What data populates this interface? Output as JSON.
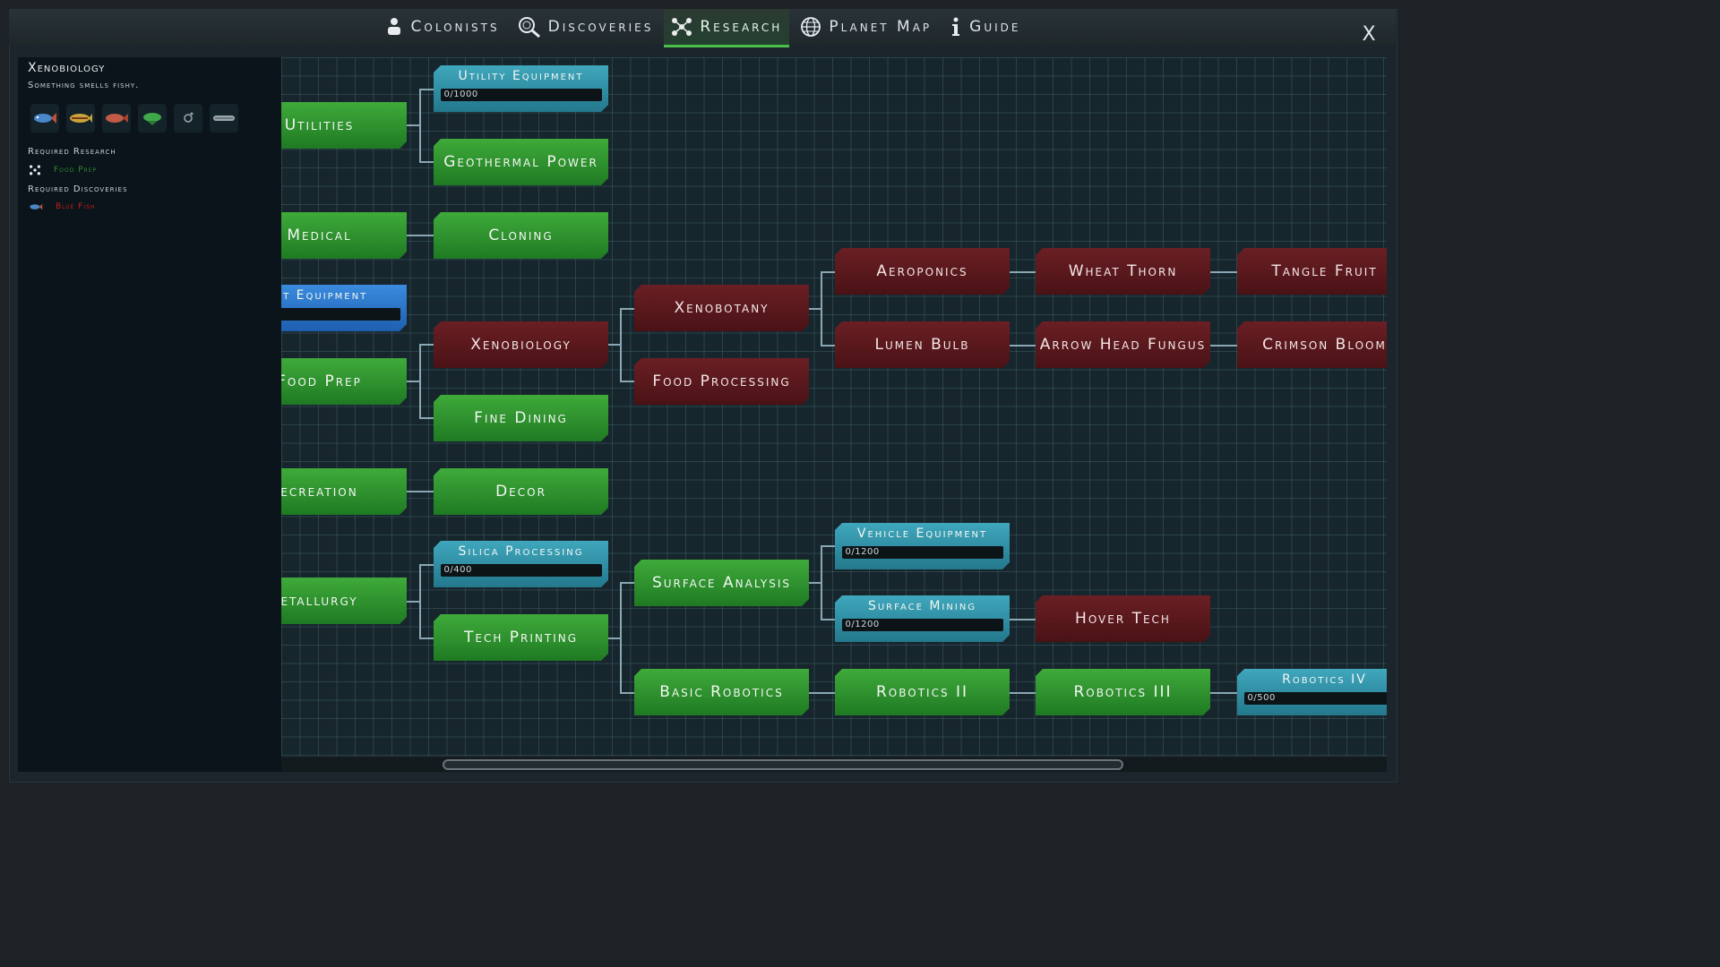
{
  "nav": {
    "tabs": [
      {
        "label": "Colonists",
        "icon": "colonist-icon"
      },
      {
        "label": "Discoveries",
        "icon": "magnifier-icon"
      },
      {
        "label": "Research",
        "icon": "research-network-icon",
        "active": true
      },
      {
        "label": "Planet Map",
        "icon": "globe-icon"
      },
      {
        "label": "Guide",
        "icon": "info-icon"
      }
    ],
    "close_label": "X"
  },
  "detail": {
    "title": "Xenobiology",
    "subtitle": "Something smells fishy.",
    "discovery_icons": [
      "blue-fish-icon",
      "yellow-fish-icon",
      "red-fish-icon",
      "green-fish-icon",
      "bubble-icon",
      "shell-icon"
    ],
    "required_research_heading": "Required Research",
    "required_research": [
      {
        "label": "Food Prep",
        "color": "#2e8a2e",
        "icon": "research-network-icon"
      }
    ],
    "required_discoveries_heading": "Required Discoveries",
    "required_discoveries": [
      {
        "label": "Blue Fish",
        "color": "#c41e1e",
        "icon": "blue-fish-icon"
      }
    ]
  },
  "colors": {
    "researched": "#3aa13a",
    "locked": "#5a1a1f",
    "available": "#35a0b5",
    "in_progress": "#2f7ad0"
  },
  "tree": {
    "nodes": {
      "utilities": "Utilities",
      "medical": "Medical",
      "ist_equipment": "ist Equipment",
      "food_prep": "Food Prep",
      "recreation": "ecreation",
      "metallurgy": "etallurgy",
      "utility_equipment": {
        "label": "Utility Equipment",
        "progress": "0/1000"
      },
      "geothermal_power": "Geothermal Power",
      "cloning": "Cloning",
      "xenobiology": "Xenobiology",
      "fine_dining": "Fine Dining",
      "decor": "Decor",
      "silica_processing": {
        "label": "Silica Processing",
        "progress": "0/400"
      },
      "tech_printing": "Tech Printing",
      "xenobotany": "Xenobotany",
      "food_processing": "Food Processing",
      "surface_analysis": "Surface Analysis",
      "basic_robotics": "Basic Robotics",
      "aeroponics": "Aeroponics",
      "lumen_bulb": "Lumen Bulb",
      "vehicle_equipment": {
        "label": "Vehicle Equipment",
        "progress": "0/1200"
      },
      "surface_mining": {
        "label": "Surface Mining",
        "progress": "0/1200"
      },
      "robotics_ii": "Robotics II",
      "wheat_thorn": "Wheat Thorn",
      "arrow_head_fungus": "Arrow Head Fungus",
      "hover_tech": "Hover Tech",
      "robotics_iii": "Robotics III",
      "tangle_fruit": "Tangle Fruit",
      "crimson_bloom": "Crimson Bloom",
      "robotics_iv": {
        "label": "Robotics IV",
        "progress": "0/500"
      }
    }
  }
}
